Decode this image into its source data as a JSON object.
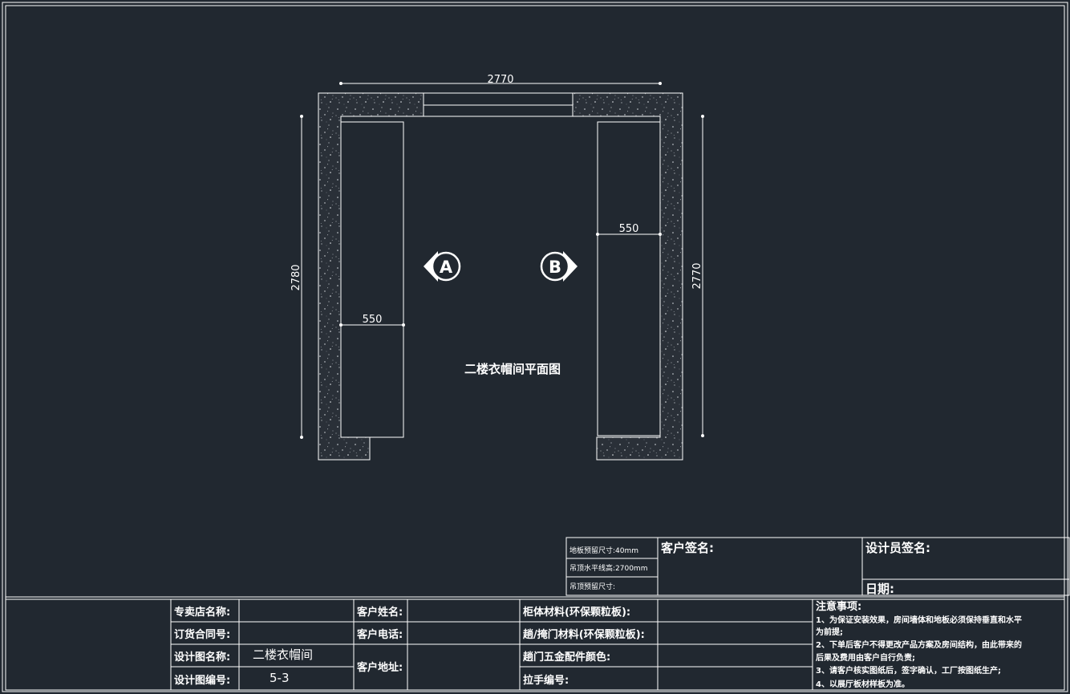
{
  "drawing": {
    "title": "二楼衣帽间平面图",
    "dimensions": {
      "top_width": "2770",
      "left_height": "2780",
      "right_height": "2770",
      "left_cabinet_depth": "550",
      "right_cabinet_depth": "550"
    },
    "view_markers": {
      "a": "A",
      "b": "B"
    }
  },
  "notes_box": {
    "floor_reserve": "地板预留尺寸:40mm",
    "ceiling_level": "吊顶水平线高:2700mm",
    "ceiling_reserve": "吊顶预留尺寸:"
  },
  "signatures": {
    "customer": "客户签名:",
    "designer": "设计员签名:",
    "date": "日期:"
  },
  "title_block": {
    "store_name_label": "专卖店名称:",
    "store_name_value": "",
    "contract_no_label": "订货合同号:",
    "contract_no_value": "",
    "drawing_name_label": "设计图名称:",
    "drawing_name_value": "二楼衣帽间",
    "drawing_no_label": "设计图编号:",
    "drawing_no_value": "5-3",
    "customer_name_label": "客户姓名:",
    "customer_phone_label": "客户电话:",
    "customer_address_label": "客户地址:",
    "cabinet_material_label": "柜体材料(环保颗粒板):",
    "door_material_label": "趟/掩门材料(环保颗粒板):",
    "hardware_color_label": "趟门五金配件颜色:",
    "handle_no_label": "拉手编号:"
  },
  "notes": {
    "heading": "注意事项:",
    "lines": [
      "1、为保证安装效果，房间墙体和地板必须保持垂直和水平",
      "为前提;",
      "2、下单后客户不得更改产品方案及房间结构，由此带来的",
      "后果及费用由客户自行负责;",
      "3、请客户核实图纸后，签字确认，工厂按图纸生产;",
      "4、以展厅板材样板为准。"
    ]
  },
  "colors": {
    "background": "#212830",
    "line": "#ffffff",
    "wall_fill": "#2a3038"
  }
}
